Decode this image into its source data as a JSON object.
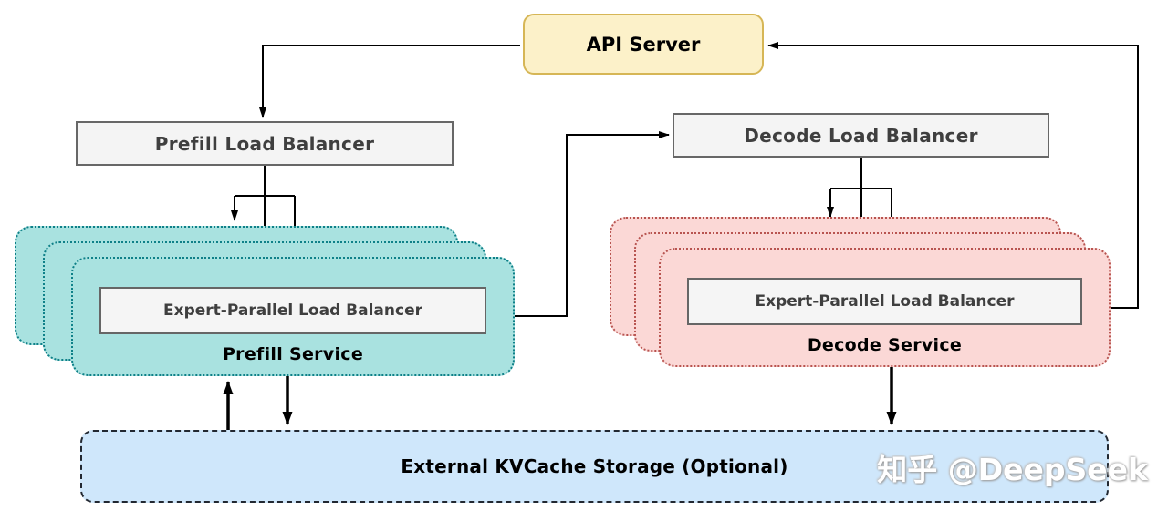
{
  "nodes": {
    "api_server": {
      "label": "API Server",
      "fill": "#FCF1C9",
      "border": "#D6B656"
    },
    "prefill_lb": {
      "label": "Prefill Load Balancer",
      "fill": "#F4F4F4",
      "border": "#676767"
    },
    "decode_lb": {
      "label": "Decode Load Balancer",
      "fill": "#F4F4F4",
      "border": "#676767"
    },
    "prefill_service": {
      "label": "Prefill Service",
      "eplb_label": "Expert-Parallel Load Balancer",
      "card_count": 3,
      "fill": "#A9E2E0",
      "border": "#0E8088"
    },
    "decode_service": {
      "label": "Decode Service",
      "eplb_label": "Expert-Parallel Load Balancer",
      "card_count": 3,
      "fill": "#FBD8D6",
      "border": "#B85450"
    },
    "kvcache": {
      "label": "External KVCache Storage (Optional)",
      "fill": "#CFE7FB",
      "border": "#222831"
    }
  },
  "watermark": {
    "text": "知乎 @DeepSeek",
    "color": "#FFFFFF"
  },
  "colors": {
    "arrow": "#000000",
    "background": "#FFFFFF",
    "box_text": "#3F3F3F"
  }
}
